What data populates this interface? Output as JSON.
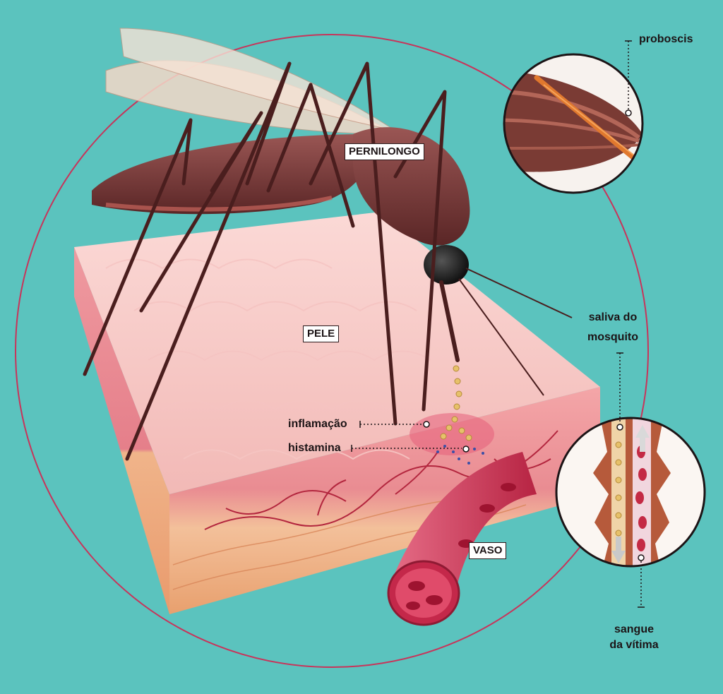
{
  "labels": {
    "mosquito": "PERNILONGO",
    "skin": "PELE",
    "vessel": "VASO",
    "inflammation": "inflamação",
    "histamine": "histamina",
    "proboscis": "proboscis",
    "saliva_line1": "saliva do",
    "saliva_line2": "mosquito",
    "blood_line1": "sangue",
    "blood_line2": "da vítima"
  },
  "colors": {
    "background": "#5bc3be",
    "circle_outline": "#c8345a",
    "skin_top": "#f7c6c6",
    "skin_side": "#e9a3a3",
    "fat_layer": "#eeae7a",
    "mosquito_body": "#7a3a3a",
    "blood": "#c42a45"
  },
  "icons": [
    "magnifier-proboscis-icon",
    "magnifier-blood-flow-icon",
    "mosquito-illustration-icon"
  ]
}
